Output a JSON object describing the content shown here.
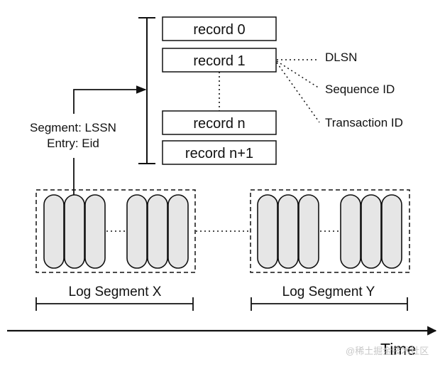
{
  "records": [
    "record 0",
    "record 1",
    "record n",
    "record n+1"
  ],
  "record_fields": [
    "DLSN",
    "Sequence ID",
    "Transaction ID"
  ],
  "segment_key": [
    "Segment: LSSN",
    "Entry: Eid"
  ],
  "segments": [
    "Log Segment X",
    "Log Segment Y"
  ],
  "axis_label": "Time",
  "watermark": "@稀土掘金技术社区"
}
